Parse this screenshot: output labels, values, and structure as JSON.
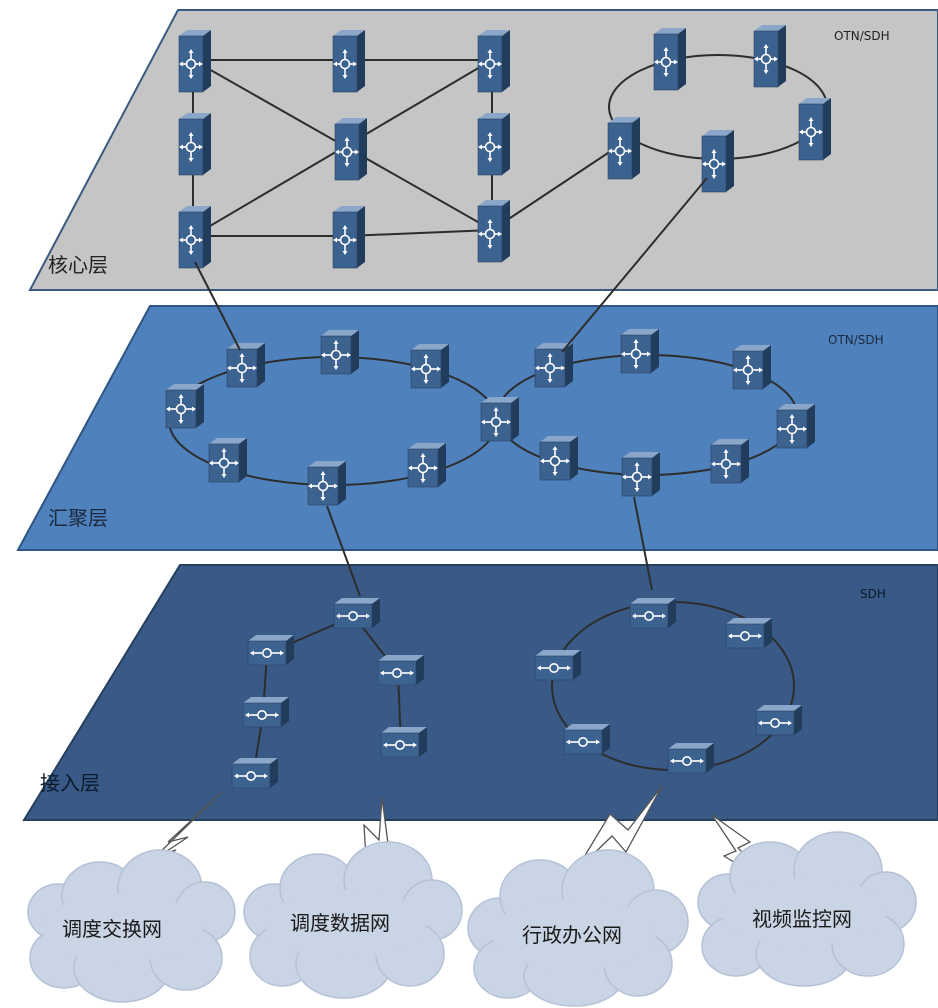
{
  "layers": {
    "core": {
      "label": "核心层",
      "tech": "OTN/SDH"
    },
    "aggregation": {
      "label": "汇聚层",
      "tech": "OTN/SDH"
    },
    "access": {
      "label": "接入层",
      "tech": "SDH"
    }
  },
  "clouds": [
    {
      "label": "调度交换网"
    },
    {
      "label": "调度数据网"
    },
    {
      "label": "行政办公网"
    },
    {
      "label": "视频监控网"
    }
  ],
  "colors": {
    "core_plane": "#c5c5c5",
    "aggregation_plane": "#4f81bd",
    "access_plane": "#395a86",
    "cloud": "#c9d4e4",
    "device_front": "#3c6290",
    "device_side": "#223c5c",
    "device_top": "#7f9ec2",
    "link": "#2d2d2d"
  },
  "icons": {
    "core_device": "router-switch-icon",
    "aggregation_device": "router-switch-icon",
    "access_device": "optical-transceiver-icon",
    "wireless_link": "lightning-bolt-icon"
  }
}
